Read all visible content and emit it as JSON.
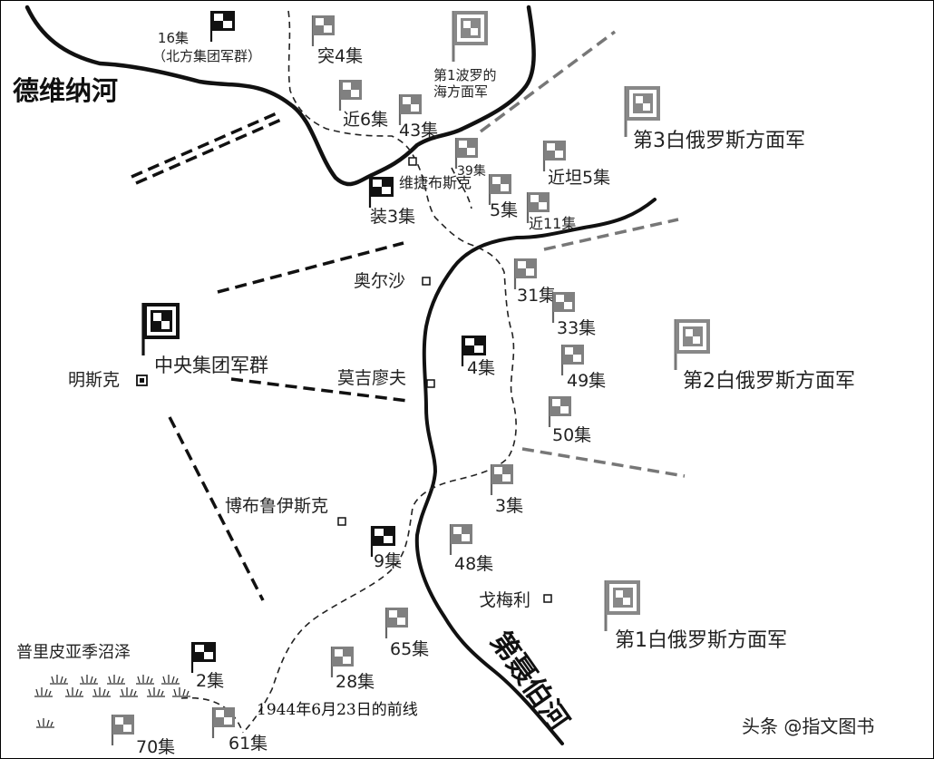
{
  "map": {
    "rivers": {
      "dvina": "德维纳河",
      "dnieper": "第聂伯河"
    },
    "cities": {
      "vitebsk": "维捷布斯克",
      "orsha": "奥尔沙",
      "mogilev": "莫吉廖夫",
      "minsk": "明斯克",
      "bobruisk": "博布鲁伊斯克",
      "gomel": "戈梅利"
    },
    "front_line_label": "1944年6月23日的前线",
    "marsh_label": "普里皮亚季沼泽",
    "german": {
      "army_group_center": "中央集团军群",
      "ag_north_16_line1": "16集",
      "ag_north_16_line2": "（北方集团军群）",
      "pz3": "装3集",
      "a4": "4集",
      "a9": "9集",
      "a2": "2集"
    },
    "soviet": {
      "baltic1_line1": "第1波罗的",
      "baltic1_line2": "海方面军",
      "belorussian3": "第3白俄罗斯方面军",
      "belorussian2": "第2白俄罗斯方面军",
      "belorussian1": "第1白俄罗斯方面军",
      "shock4": "突4集",
      "guards6": "近6集",
      "a43": "43集",
      "a39": "39集",
      "guards_tank5": "近坦5集",
      "a5": "5集",
      "guards11": "近11集",
      "a31": "31集",
      "a33": "33集",
      "a49": "49集",
      "a50": "50集",
      "a3": "3集",
      "a48": "48集",
      "a65": "65集",
      "a28": "28集",
      "a70": "70集",
      "a61": "61集"
    }
  },
  "watermark": "头条 @指文图书",
  "colors": {
    "german_flag": "#111111",
    "soviet_flag": "#777777",
    "background": "#ffffff"
  }
}
